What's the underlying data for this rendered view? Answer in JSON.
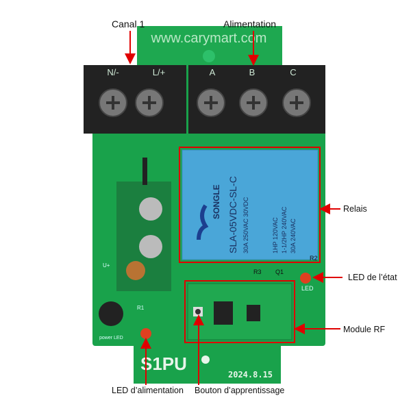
{
  "callouts": {
    "canal1": "Canal 1",
    "alimentation": "Alimentation",
    "relais": "Relais",
    "led_etat": "LED de l’état",
    "module_rf": "Module RF",
    "led_alimentation": "LED d’alimentation",
    "bouton": "Bouton d’apprentissage"
  },
  "board": {
    "website": "www.carymart.com",
    "model": "S1PU",
    "date": "2024.8.15",
    "terminals": [
      "N/-",
      "L/+",
      "A",
      "B",
      "C"
    ],
    "relay_brand": "SONGLE",
    "relay_model": "SLA-05VDC-SL-C",
    "relay_rating1": "30A 250VAC 30VDC",
    "relay_rating2": "1HP 120VAC",
    "relay_rating3": "1-1/2HP 240VAC",
    "relay_rating4": "30A 240VAC",
    "silk_r3": "R3",
    "silk_q1": "Q1",
    "silk_r2": "R2",
    "silk_led": "LED",
    "silk_r1": "R1",
    "silk_power_led": "power LED",
    "silk_u": "U+"
  },
  "colors": {
    "pcb": "#19a24b",
    "relay": "#4aa6d8",
    "callout": "#e00000"
  }
}
